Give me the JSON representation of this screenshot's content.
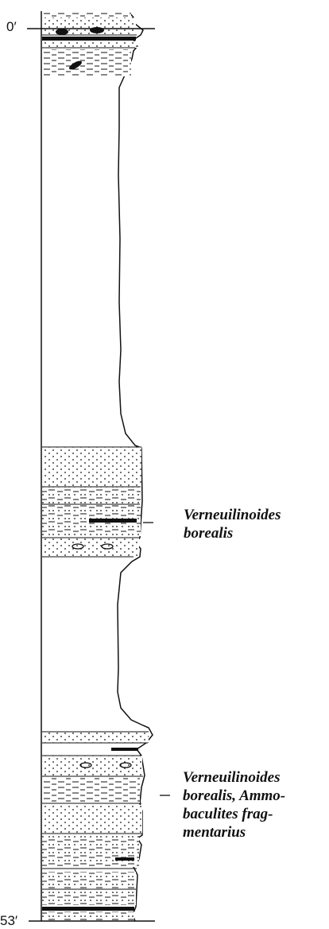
{
  "depth_markers": {
    "top": "0′",
    "bottom": "53′"
  },
  "annotations": [
    {
      "id": "upper-fossil",
      "text": "Verneuilinoides\nborealis"
    },
    {
      "id": "lower-fossil",
      "text": "Verneuilinoides\nborealis, Ammo-\nbaculites frag-\nmentarius"
    }
  ],
  "lithology_units": [
    {
      "unit": "sandstone",
      "pattern": "dotted"
    },
    {
      "unit": "interbedded-sandstone-shale",
      "pattern": "dotted-dashed"
    },
    {
      "unit": "coal",
      "pattern": "solid-black"
    },
    {
      "unit": "shale",
      "pattern": "dashed"
    },
    {
      "unit": "concretion",
      "pattern": "lens"
    }
  ]
}
